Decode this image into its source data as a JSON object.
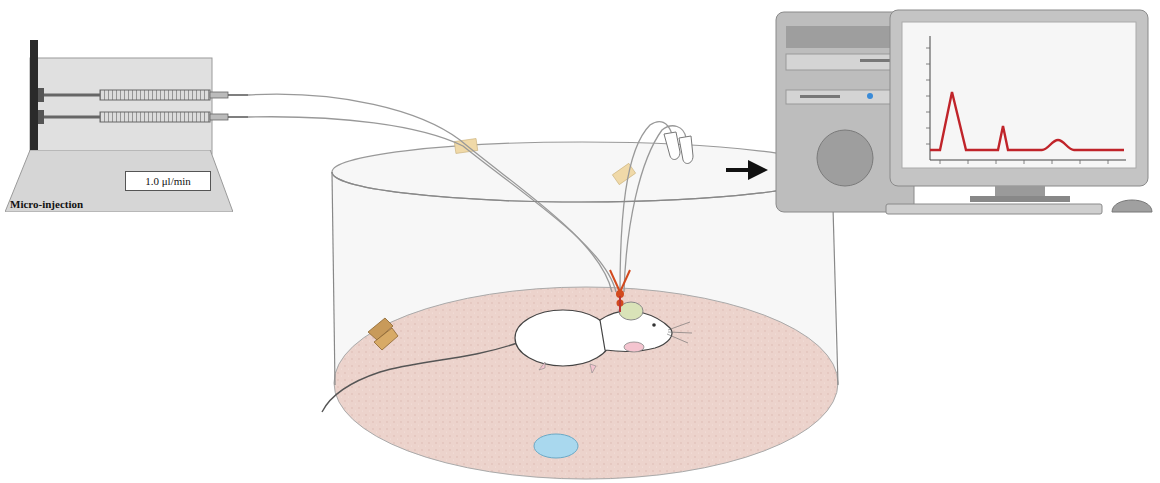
{
  "diagram": {
    "nodes": [
      {
        "text": [
          "Micro-injection"
        ]
      },
      {
        "text": [
          "1.0 μl/min"
        ],
        "in": 0
      }
    ]
  }
}
